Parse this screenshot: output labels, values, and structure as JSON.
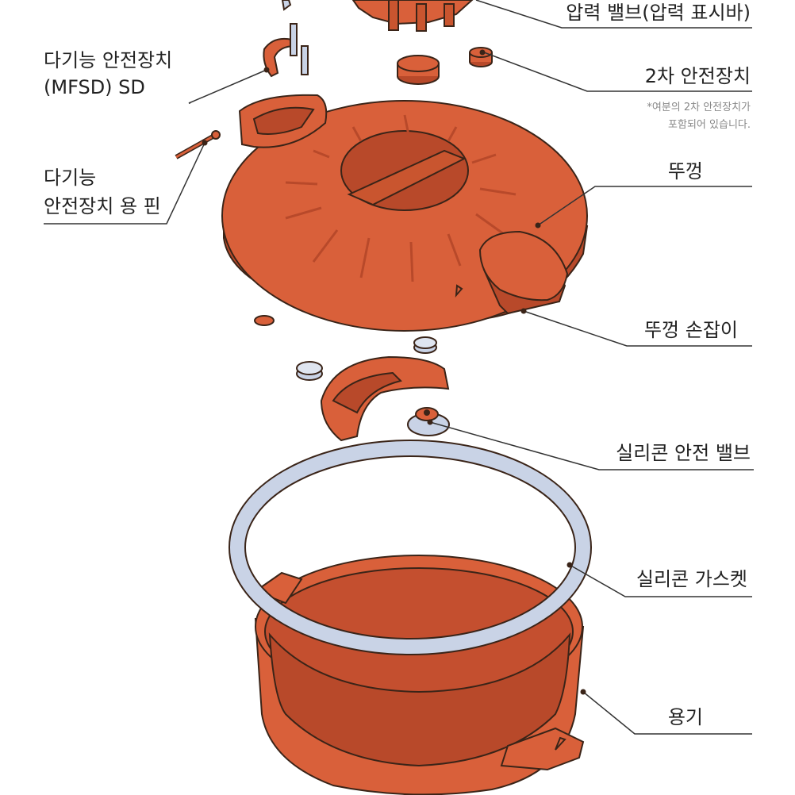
{
  "labels": {
    "pressure_valve": "압력 밸브(압력 표시바)",
    "mfsd_line1": "다기능 안전장치",
    "mfsd_line2": "(MFSD) SD",
    "secondary_safety": "2차 안전장치",
    "secondary_note_line1": "*여분의 2차 안전장치가",
    "secondary_note_line2": "포함되어 있습니다.",
    "pin_line1": "다기능",
    "pin_line2": "안전장치 용 핀",
    "lid": "뚜껑",
    "lid_handle": "뚜껑 손잡이",
    "silicone_valve": "실리콘 안전 밸브",
    "silicone_gasket": "실리콘 가스켓",
    "container": "용기"
  },
  "colors": {
    "body_orange": "#d9603a",
    "dark_orange": "#b8492a",
    "interior": "#c44f2f",
    "silicone": "#c9d3e6",
    "outline": "#3a2418",
    "leader": "#333333"
  }
}
